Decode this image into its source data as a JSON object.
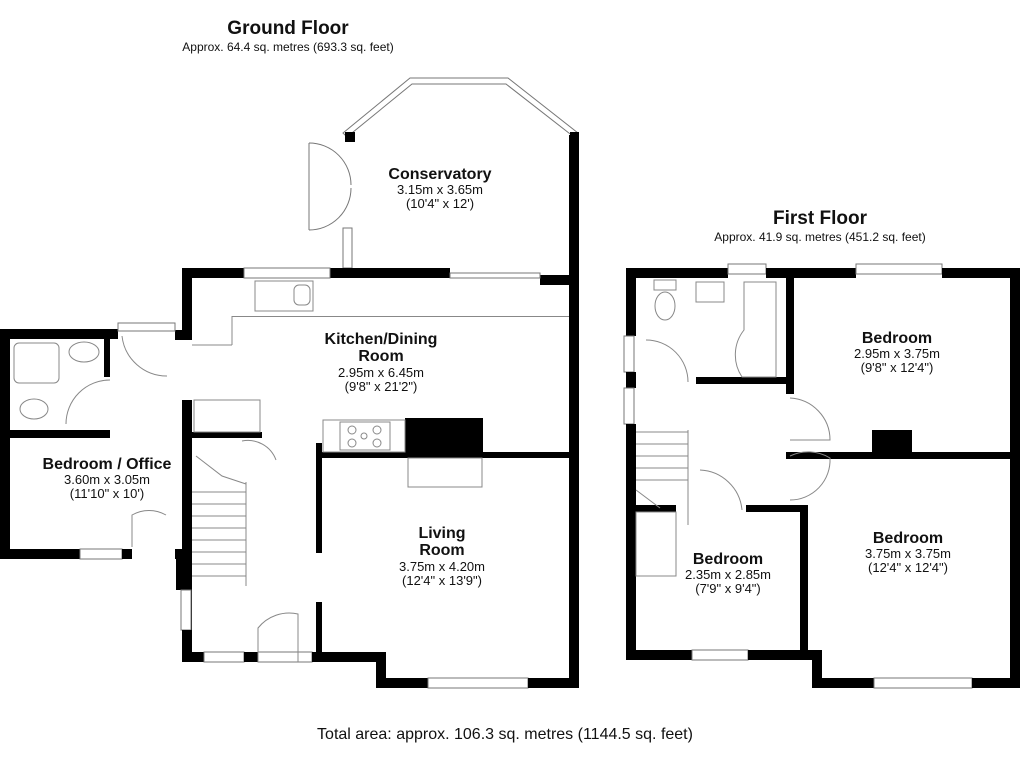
{
  "ground_floor": {
    "title": "Ground Floor",
    "area": "Approx. 64.4 sq. metres (693.3 sq. feet)",
    "rooms": [
      {
        "name": "Conservatory",
        "dim_m": "3.15m x 3.65m",
        "dim_ft": "(10'4\" x 12')"
      },
      {
        "name": "Kitchen/Dining",
        "name2": "Room",
        "dim_m": "2.95m x 6.45m",
        "dim_ft": "(9'8\" x 21'2\")"
      },
      {
        "name": "Bedroom / Office",
        "dim_m": "3.60m x 3.05m",
        "dim_ft": "(11'10\" x 10')"
      },
      {
        "name": "Living",
        "name2": "Room",
        "dim_m": "3.75m x 4.20m",
        "dim_ft": "(12'4\" x 13'9\")"
      }
    ]
  },
  "first_floor": {
    "title": "First Floor",
    "area": "Approx. 41.9 sq. metres (451.2 sq. feet)",
    "rooms": [
      {
        "name": "Bedroom",
        "dim_m": "2.95m x 3.75m",
        "dim_ft": "(9'8\" x 12'4\")"
      },
      {
        "name": "Bedroom",
        "dim_m": "2.35m x 2.85m",
        "dim_ft": "(7'9\" x 9'4\")"
      },
      {
        "name": "Bedroom",
        "dim_m": "3.75m x 3.75m",
        "dim_ft": "(12'4\" x 12'4\")"
      }
    ]
  },
  "total_area": "Total area: approx. 106.3 sq. metres (1144.5 sq. feet)",
  "colors": {
    "wall": "#000000",
    "fixture_line": "#888888",
    "background": "#ffffff"
  }
}
